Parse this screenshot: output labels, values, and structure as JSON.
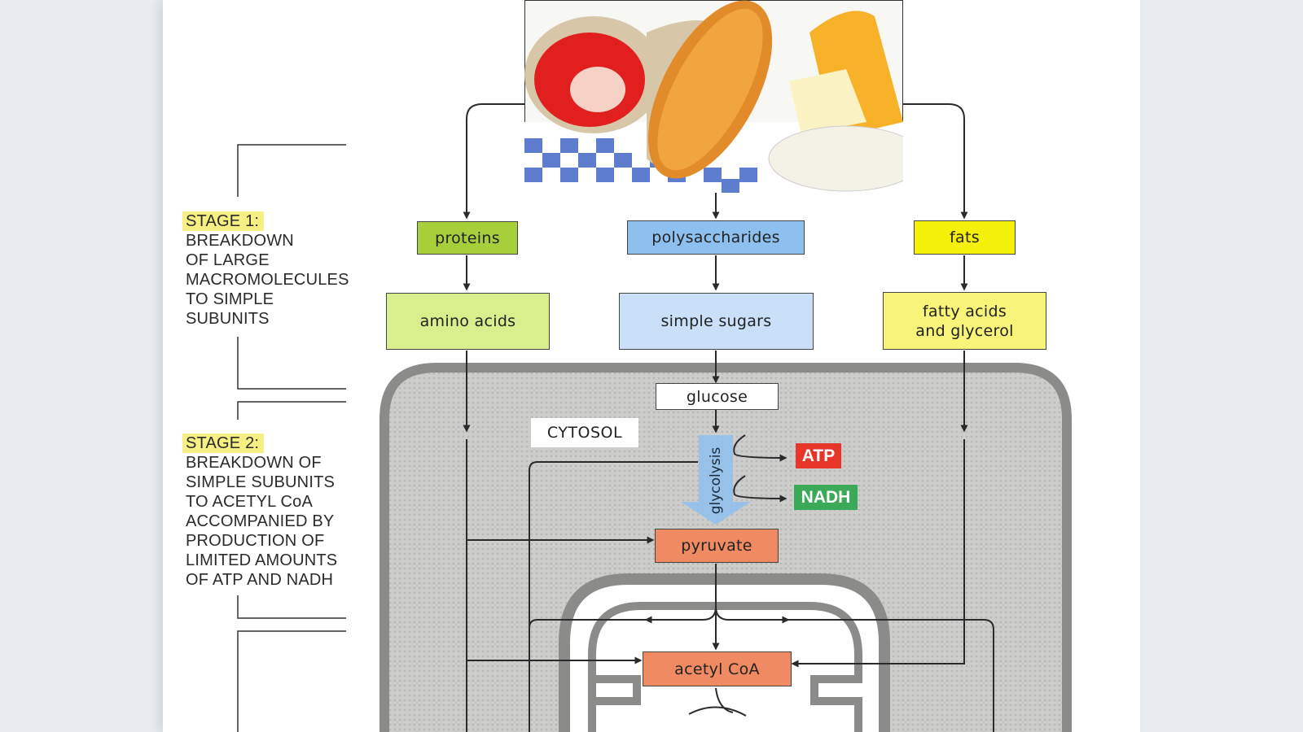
{
  "stage1": {
    "title": "STAGE 1:",
    "lines": [
      "BREAKDOWN",
      "OF LARGE",
      "MACROMOLECULES",
      "TO SIMPLE",
      "SUBUNITS"
    ]
  },
  "stage2": {
    "title": "STAGE 2:",
    "lines": [
      "BREAKDOWN OF",
      "SIMPLE SUBUNITS",
      "TO ACETYL CoA",
      "ACCOMPANIED BY",
      "PRODUCTION OF",
      "LIMITED AMOUNTS",
      "OF ATP AND NADH"
    ]
  },
  "boxes": {
    "proteins": "proteins",
    "polysaccharides": "polysaccharides",
    "fats": "fats",
    "amino_acids": "amino acids",
    "simple_sugars": "simple sugars",
    "fatty_acids": "fatty acids\nand glycerol",
    "glucose": "glucose",
    "pyruvate": "pyruvate",
    "acetyl_coa": "acetyl CoA"
  },
  "labels": {
    "cytosol": "CYTOSOL",
    "glycolysis": "glycolysis",
    "atp": "ATP",
    "nadh": "NADH"
  },
  "colors": {
    "proteins": "#a6cf3a",
    "amino_acids": "#d9ef8d",
    "polysaccharides": "#8ec0ef",
    "simple_sugars": "#c9e0f8",
    "fats": "#f5f00a",
    "fatty_acids": "#f8f479",
    "pyruvate_acetyl": "#f08a62",
    "atp": "#e8352a",
    "nadh": "#3aa958",
    "cytosol_fill": "#c9cac8",
    "stage_highlight": "#f6ef83"
  }
}
